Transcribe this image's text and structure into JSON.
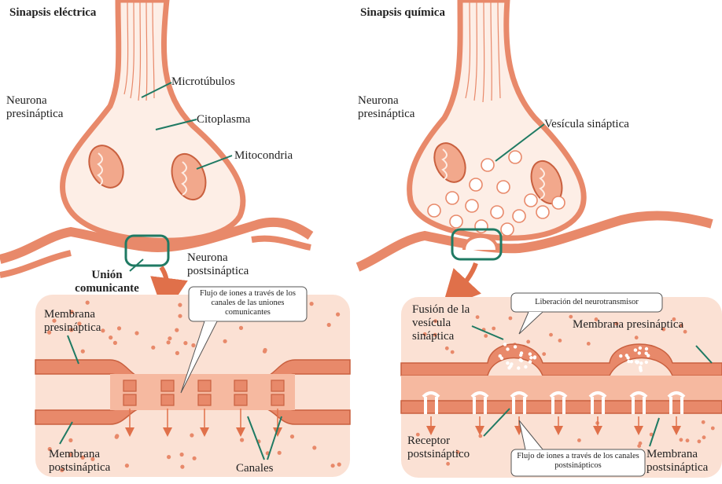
{
  "left": {
    "title": "Sinapsis eléctrica",
    "presynaptic_neuron": "Neurona presináptica",
    "microtubules": "Microtúbulos",
    "cytoplasm": "Citoplasma",
    "mitochondria": "Mitocondria",
    "gap_junction": "Unión comunicante",
    "postsynaptic_neuron": "Neurona postsináptica",
    "presynaptic_membrane": "Membrana presináptica",
    "ion_flow": "Flujo de iones a través de los canales de las uniones comunicantes",
    "postsynaptic_membrane": "Membrana postsináptica",
    "channels": "Canales"
  },
  "right": {
    "title": "Sinapsis química",
    "presynaptic_neuron": "Neurona presináptica",
    "synaptic_vesicle": "Vesícula sináptica",
    "vesicle_fusion": "Fusión de la vesícula sináptica",
    "neurotransmitter_release": "Liberación del neurotransmisor",
    "presynaptic_membrane": "Membrana presináptica",
    "postsynaptic_receptor": "Receptor postsináptico",
    "ion_flow": "Flujo de iones a través de los canales postsinápticos",
    "postsynaptic_membrane": "Membrana postsináptica"
  },
  "colors": {
    "membrane": "#e8896a",
    "membrane_dark": "#c9603f",
    "fill_light": "#fdeee6",
    "panel_bg": "#fbe1d4",
    "leader": "#1f7a63",
    "arrow": "#e0704a"
  }
}
